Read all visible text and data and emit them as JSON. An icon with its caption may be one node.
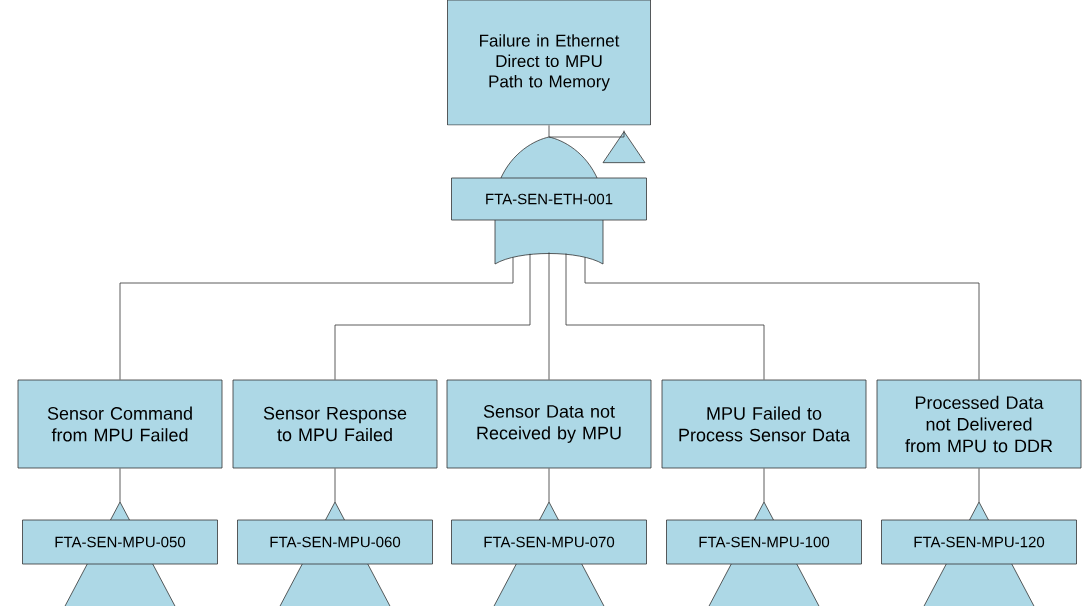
{
  "diagram": {
    "nodes": [
      {
        "text": [
          "Failure in Ethernet Direct to MPU Path to Memory"
        ]
      },
      {
        "text": [
          "FTA-SEN-ETH-001"
        ]
      },
      {
        "text": [],
        "shape": "triangle"
      },
      {
        "text": [
          "Sensor Command from MPU Failed"
        ]
      },
      {
        "text": [
          "Sensor Response to MPU Failed"
        ]
      },
      {
        "text": [
          "Sensor Data not Received by MPU"
        ]
      },
      {
        "text": [
          "MPU Failed to Process Sensor Data"
        ]
      },
      {
        "text": [
          "Processed Data not Delivered from MPU to DDR"
        ]
      },
      {
        "text": [
          "FTA-SEN-MPU-050"
        ]
      },
      {
        "text": [
          "FTA-SEN-MPU-060"
        ]
      },
      {
        "text": [
          "FTA-SEN-MPU-070"
        ]
      },
      {
        "text": [
          "FTA-SEN-MPU-100"
        ]
      },
      {
        "text": [
          "FTA-SEN-MPU-120"
        ]
      }
    ],
    "edges": [
      {
        "from": 0,
        "to": 1,
        "arrow": "none"
      },
      {
        "from": 1,
        "to": 2,
        "arrow": "none"
      },
      {
        "from": 1,
        "to": 3,
        "arrow": "none"
      },
      {
        "from": 1,
        "to": 4,
        "arrow": "none"
      },
      {
        "from": 1,
        "to": 5,
        "arrow": "none"
      },
      {
        "from": 1,
        "to": 6,
        "arrow": "none"
      },
      {
        "from": 1,
        "to": 7,
        "arrow": "none"
      },
      {
        "from": 3,
        "to": 8,
        "arrow": "none"
      },
      {
        "from": 4,
        "to": 9,
        "arrow": "none"
      },
      {
        "from": 5,
        "to": 10,
        "arrow": "none"
      },
      {
        "from": 6,
        "to": 11,
        "arrow": "none"
      },
      {
        "from": 7,
        "to": 12,
        "arrow": "none"
      }
    ]
  }
}
